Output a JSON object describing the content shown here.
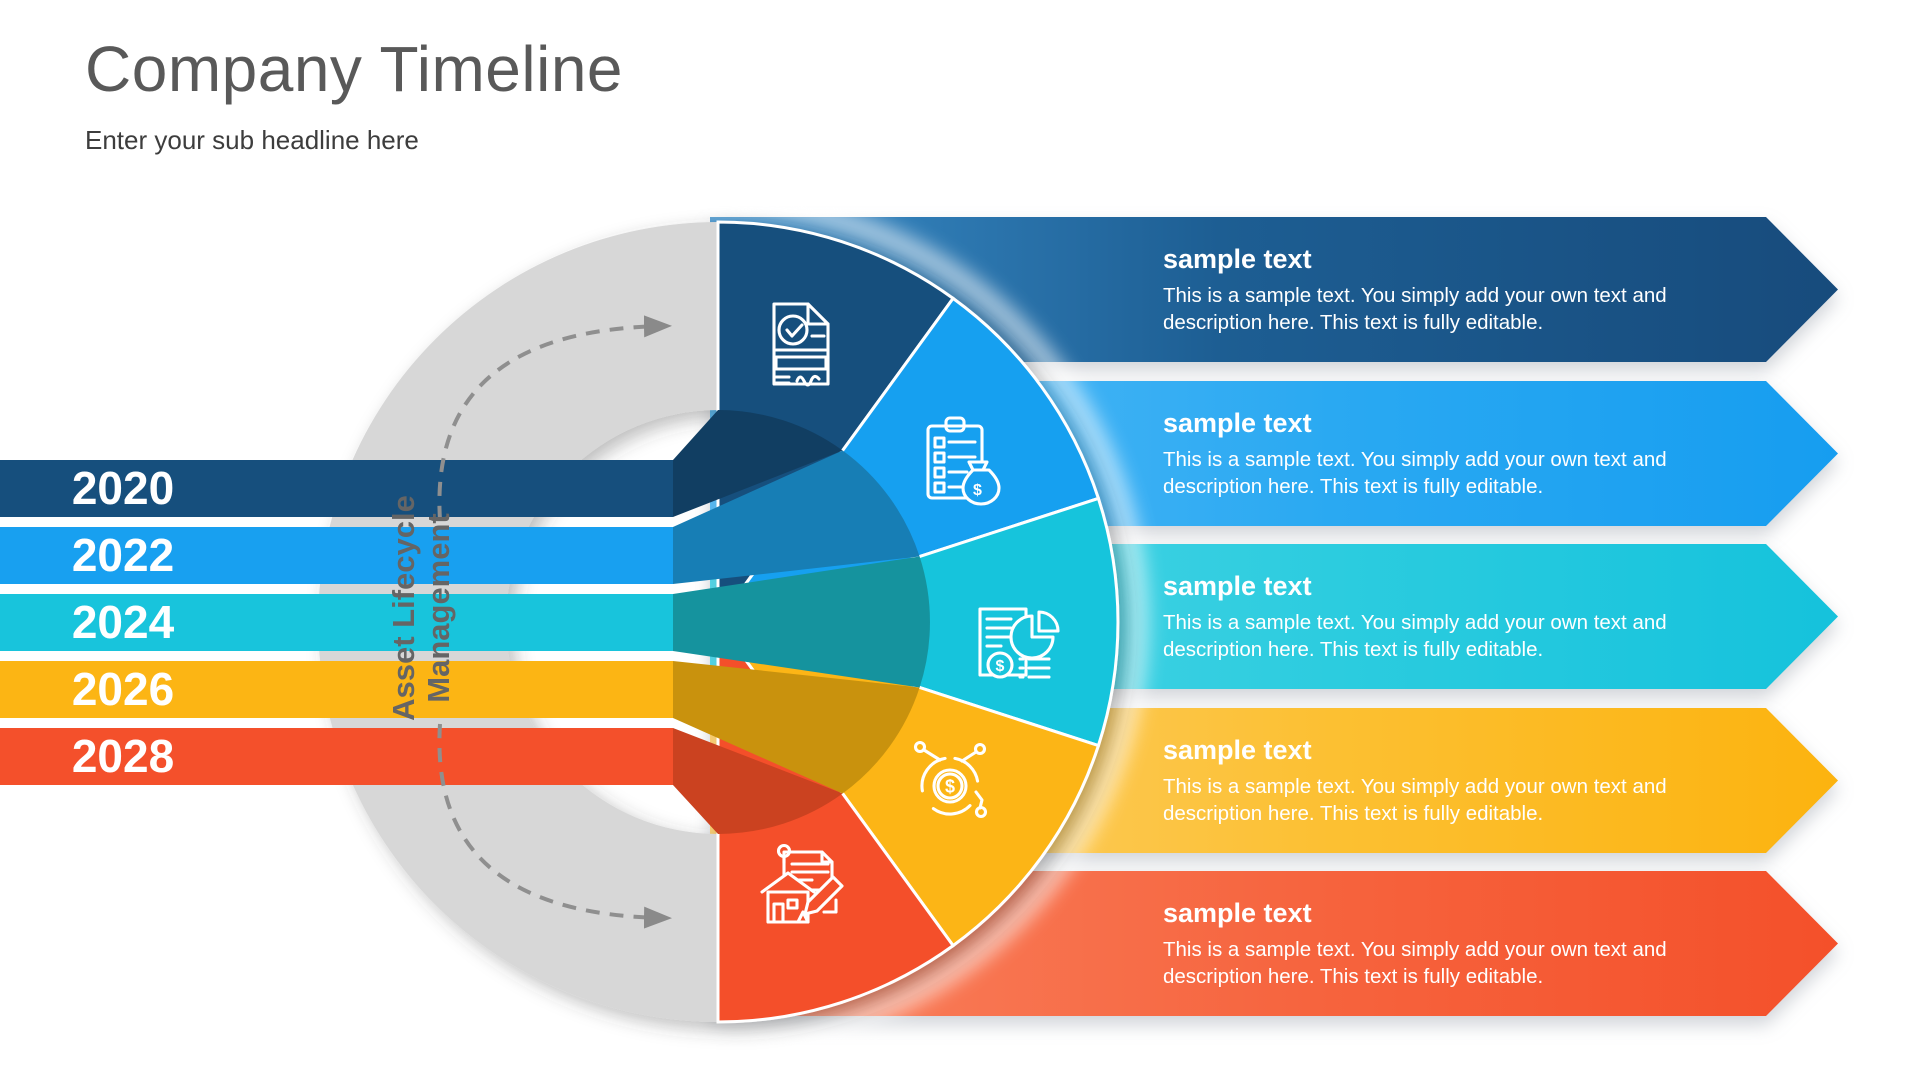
{
  "header": {
    "title": "Company Timeline",
    "subtitle": "Enter your sub headline here"
  },
  "hub": {
    "label_line1": "Asset Lifecycle",
    "label_line2": "Management",
    "ring_color": "#d7d7d7",
    "label_color": "#656565",
    "arrow_color": "#8f8f8f",
    "arrow_icons": [
      "dashed-arc-arrow-up-icon",
      "dashed-arc-arrow-down-icon"
    ]
  },
  "years": [
    {
      "label": "2020",
      "color": "#164f7d",
      "dark_color": "#113e62"
    },
    {
      "label": "2022",
      "color": "#18a0f0",
      "dark_color": "#177eb5"
    },
    {
      "label": "2024",
      "color": "#18c4dc",
      "dark_color": "#15939e"
    },
    {
      "label": "2026",
      "color": "#fcb514",
      "dark_color": "#c9920d"
    },
    {
      "label": "2028",
      "color": "#f4502b",
      "dark_color": "#cb4220"
    }
  ],
  "banners": [
    {
      "heading": "sample text",
      "body": "This is a sample text. You simply add your own text and description here. This text is fully editable.",
      "gradient_start": "#3b8fcb",
      "gradient_end": "#174b7c",
      "icon": "certificate-check-icon"
    },
    {
      "heading": "sample text",
      "body": "This is a sample text. You simply add your own text and description here. This text is fully editable.",
      "gradient_start": "#58bcf6",
      "gradient_end": "#169df0",
      "icon": "budget-money-bag-icon"
    },
    {
      "heading": "sample text",
      "body": "This is a sample text. You simply add your own text and description here. This text is fully editable.",
      "gradient_start": "#55d7e8",
      "gradient_end": "#15c2dc",
      "icon": "financial-report-pie-icon"
    },
    {
      "heading": "sample text",
      "body": "This is a sample text. You simply add your own text and description here. This text is fully editable.",
      "gradient_start": "#fdd175",
      "gradient_end": "#fcb30f",
      "icon": "money-cycle-icon"
    },
    {
      "heading": "sample text",
      "body": "This is a sample text. You simply add your own text and description here. This text is fully editable.",
      "gradient_start": "#f9825f",
      "gradient_end": "#f4502a",
      "icon": "property-sign-icon"
    }
  ],
  "icons": {
    "dollar_symbol": "$"
  }
}
